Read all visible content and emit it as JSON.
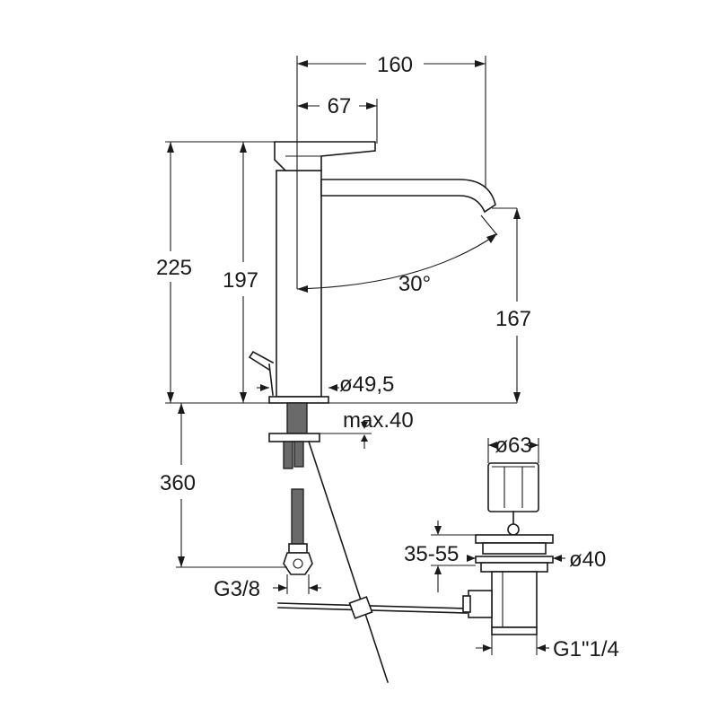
{
  "dimensions": {
    "width_total": "160",
    "lever_reach": "67",
    "height_total": "225",
    "height_spout": "197",
    "spout_clearance": "167",
    "spout_angle": "30°",
    "base_diameter": "ø49,5",
    "max_deck_thickness": "max.40",
    "hose_length": "360",
    "hose_thread": "G3/8",
    "waste_head_diameter": "ø63",
    "waste_range": "35-55",
    "waste_hole_diameter": "ø40",
    "waste_thread": "G1\"1/4"
  },
  "colors": {
    "line": "#1a1a1a",
    "hatch": "#6a6a6a",
    "background": "#ffffff"
  }
}
